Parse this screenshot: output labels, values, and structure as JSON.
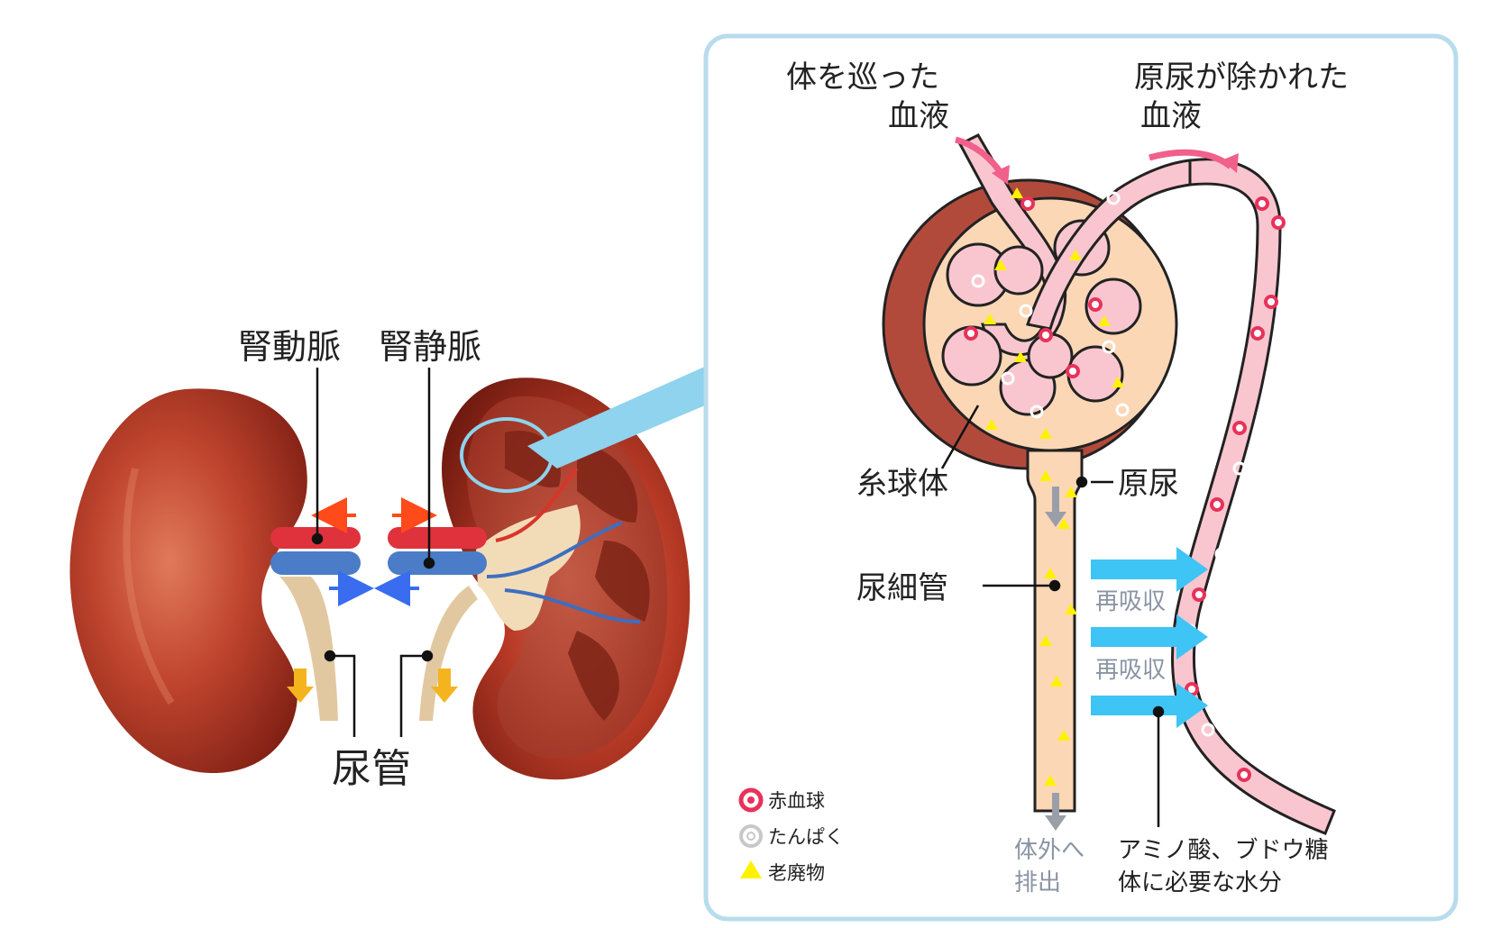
{
  "labels": {
    "renal_artery": "腎動脈",
    "renal_vein": "腎静脈",
    "ureter": "尿管",
    "blood_in_line1": "体を巡った",
    "blood_in_line2": "血液",
    "blood_out_line1": "原尿が除かれた",
    "blood_out_line2": "血液",
    "glomerulus": "糸球体",
    "primary_urine": "原尿",
    "renal_tubule": "尿細管",
    "reabsorption_1": "再吸収",
    "reabsorption_2": "再吸収",
    "excretion_line1": "体外へ",
    "excretion_line2": "排出",
    "nutrients_line1": "アミノ酸、ブドウ糖",
    "nutrients_line2": "体に必要な水分"
  },
  "legend": [
    {
      "icon": "red-blood-cell-icon",
      "label": "赤血球"
    },
    {
      "icon": "protein-icon",
      "label": "たんぱく"
    },
    {
      "icon": "waste-triangle-icon",
      "label": "老廃物"
    }
  ],
  "colors": {
    "kidney": "#b03324",
    "artery": "#e0323c",
    "vein": "#4a7cc8",
    "ureter": "#e2c8a0",
    "tubule": "#fbd7b6",
    "vessel": "#f9c6cf",
    "highlight_arrow": "#8fd3ee",
    "reabsorb_arrow": "#3ec4f5",
    "panel_border": "#b8dcec",
    "waste": "#fff200",
    "rbc": "#e8325a"
  }
}
